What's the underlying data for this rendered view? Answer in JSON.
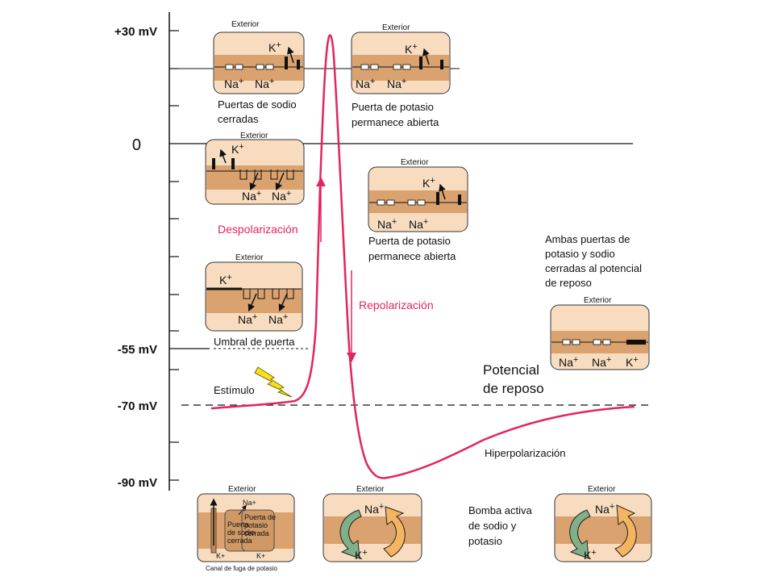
{
  "axis": {
    "ticks": [
      "+30 mV",
      "0",
      "-55 mV",
      "-70 mV",
      "-90 mV"
    ]
  },
  "phases": {
    "depolarization": "Despolarización",
    "repolarization": "Repolarización",
    "hyperpolarization": "Hiperpolarización",
    "stimulus": "Estímulo",
    "threshold": "Umbral de puerta"
  },
  "resting": {
    "line1": "Potencial",
    "line2": "de reposo",
    "note": [
      "Ambas puertas de",
      "potasio y sodio",
      "cerradas al potencial",
      "de reposo"
    ]
  },
  "panels": {
    "exterior": "Exterior",
    "na": "Na",
    "k": "K",
    "plus": "+",
    "p1_caption": [
      "Puertas de sodio",
      "cerradas"
    ],
    "p2_caption": [
      "Puerta de potasio",
      "permanece abierta"
    ],
    "p4_caption": [
      "Puerta de potasio",
      "permanece abierta"
    ]
  },
  "bottom": {
    "leak_caption": "Canal de fuga de potasio",
    "na_plus": "Na+",
    "k_plus": "K+",
    "sodium_gate": [
      "Puerta",
      "de sodio",
      "cerrada"
    ],
    "potassium_gate": [
      "Puerta de",
      "potasio",
      "cerrada"
    ],
    "pump_caption": [
      "Bomba activa",
      "de sodio y",
      "potasio"
    ]
  },
  "colors": {
    "curve": "#e3255e",
    "membrane": "#d9a26e",
    "panel_bg": "#f8dcc0"
  }
}
